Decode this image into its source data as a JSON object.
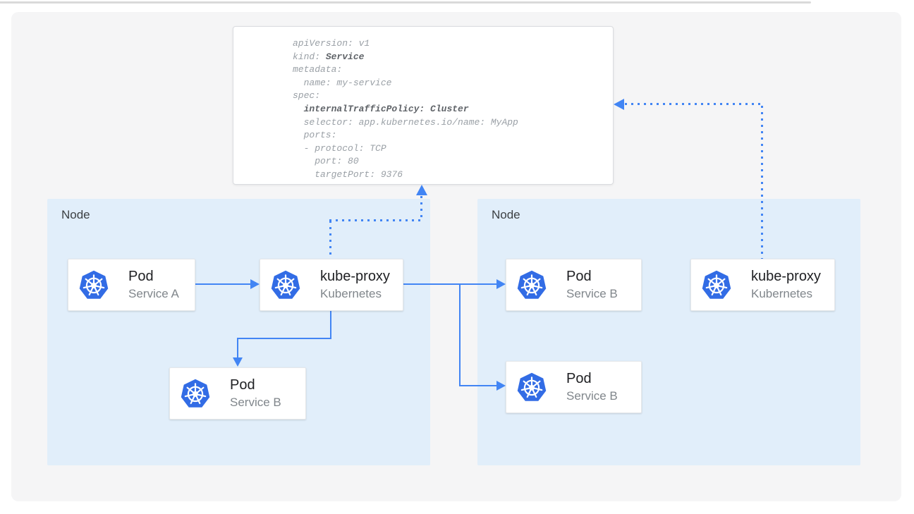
{
  "colors": {
    "accent_blue": "#4285f4",
    "kubernetes_blue": "#326ce5",
    "node_bg": "#e1eefa",
    "panel_bg": "#f5f5f6",
    "code_text": "#9aa0a6",
    "code_bold": "#5f6368"
  },
  "icons": {
    "kubernetes": "kubernetes-logo-icon"
  },
  "code": {
    "lines": [
      {
        "pre": "apiVersion: v1"
      },
      {
        "pre": "kind: ",
        "bold": "Service"
      },
      {
        "pre": "metadata:"
      },
      {
        "pre": "  name: my-service"
      },
      {
        "pre": "spec:"
      },
      {
        "pre": "  ",
        "bold": "internalTrafficPolicy: Cluster"
      },
      {
        "pre": "  selector: app.kubernetes.io/name: MyApp"
      },
      {
        "pre": "  ports:"
      },
      {
        "pre": "  - protocol: TCP"
      },
      {
        "pre": "    port: 80"
      },
      {
        "pre": "    targetPort: 9376"
      }
    ]
  },
  "nodes": {
    "left_label": "Node",
    "right_label": "Node"
  },
  "cards": {
    "pod_a": {
      "title": "Pod",
      "subtitle": "Service A"
    },
    "kube_proxy_left": {
      "title": "kube-proxy",
      "subtitle": "Kubernetes"
    },
    "pod_b_left": {
      "title": "Pod",
      "subtitle": "Service B"
    },
    "pod_b_right_top": {
      "title": "Pod",
      "subtitle": "Service B"
    },
    "pod_b_right_bottom": {
      "title": "Pod",
      "subtitle": "Service B"
    },
    "kube_proxy_right": {
      "title": "kube-proxy",
      "subtitle": "Kubernetes"
    }
  }
}
